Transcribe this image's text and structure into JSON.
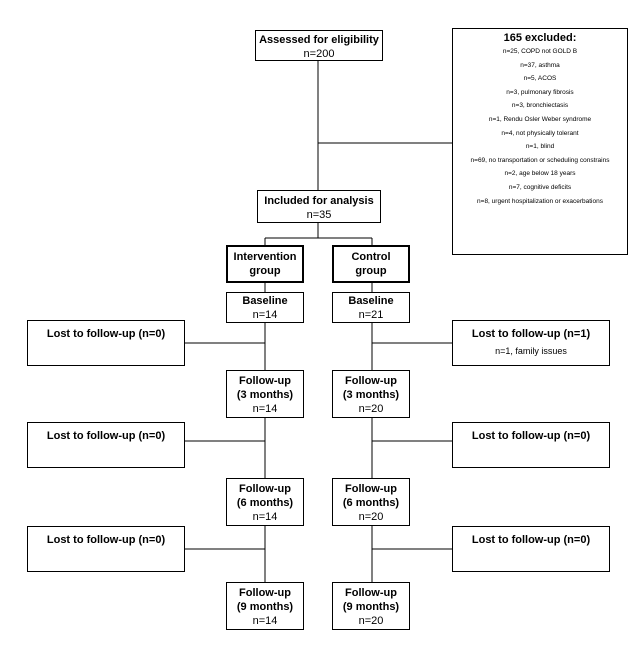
{
  "assessed": {
    "title": "Assessed for eligibility",
    "n": "n=200"
  },
  "excluded": {
    "title": "165 excluded:",
    "items": [
      "n=25, COPD not GOLD B",
      "n=37, asthma",
      "n=5, ACOS",
      "n=3, pulmonary fibrosis",
      "n=3, bronchiectasis",
      "n=1, Rendu Osler Weber syndrome",
      "n=4, not physically tolerant",
      "n=1, blind",
      "n=69, no transportation or scheduling constrains",
      "n=2, age below 18 years",
      "n=7, cognitive deficits",
      "n=8, urgent hospitalization or exacerbations"
    ]
  },
  "included": {
    "title": "Included for analysis",
    "n": "n=35"
  },
  "intervention": {
    "group_line1": "Intervention",
    "group_line2": "group",
    "baseline": {
      "title": "Baseline",
      "n": "n=14"
    },
    "lost1": {
      "title": "Lost to follow-up (n=0)"
    },
    "fu3": {
      "line1": "Follow-up",
      "line2": "(3 months)",
      "n": "n=14"
    },
    "lost2": {
      "title": "Lost to follow-up (n=0)"
    },
    "fu6": {
      "line1": "Follow-up",
      "line2": "(6 months)",
      "n": "n=14"
    },
    "lost3": {
      "title": "Lost to follow-up (n=0)"
    },
    "fu9": {
      "line1": "Follow-up",
      "line2": "(9 months)",
      "n": "n=14"
    }
  },
  "control": {
    "group_line1": "Control",
    "group_line2": "group",
    "baseline": {
      "title": "Baseline",
      "n": "n=21"
    },
    "lost1": {
      "title": "Lost to follow-up (n=1)",
      "detail": "n=1, family issues"
    },
    "fu3": {
      "line1": "Follow-up",
      "line2": "(3 months)",
      "n": "n=20"
    },
    "lost2": {
      "title": "Lost to follow-up (n=0)"
    },
    "fu6": {
      "line1": "Follow-up",
      "line2": "(6 months)",
      "n": "n=20"
    },
    "lost3": {
      "title": "Lost to follow-up (n=0)"
    },
    "fu9": {
      "line1": "Follow-up",
      "line2": "(9 months)",
      "n": "n=20"
    }
  }
}
